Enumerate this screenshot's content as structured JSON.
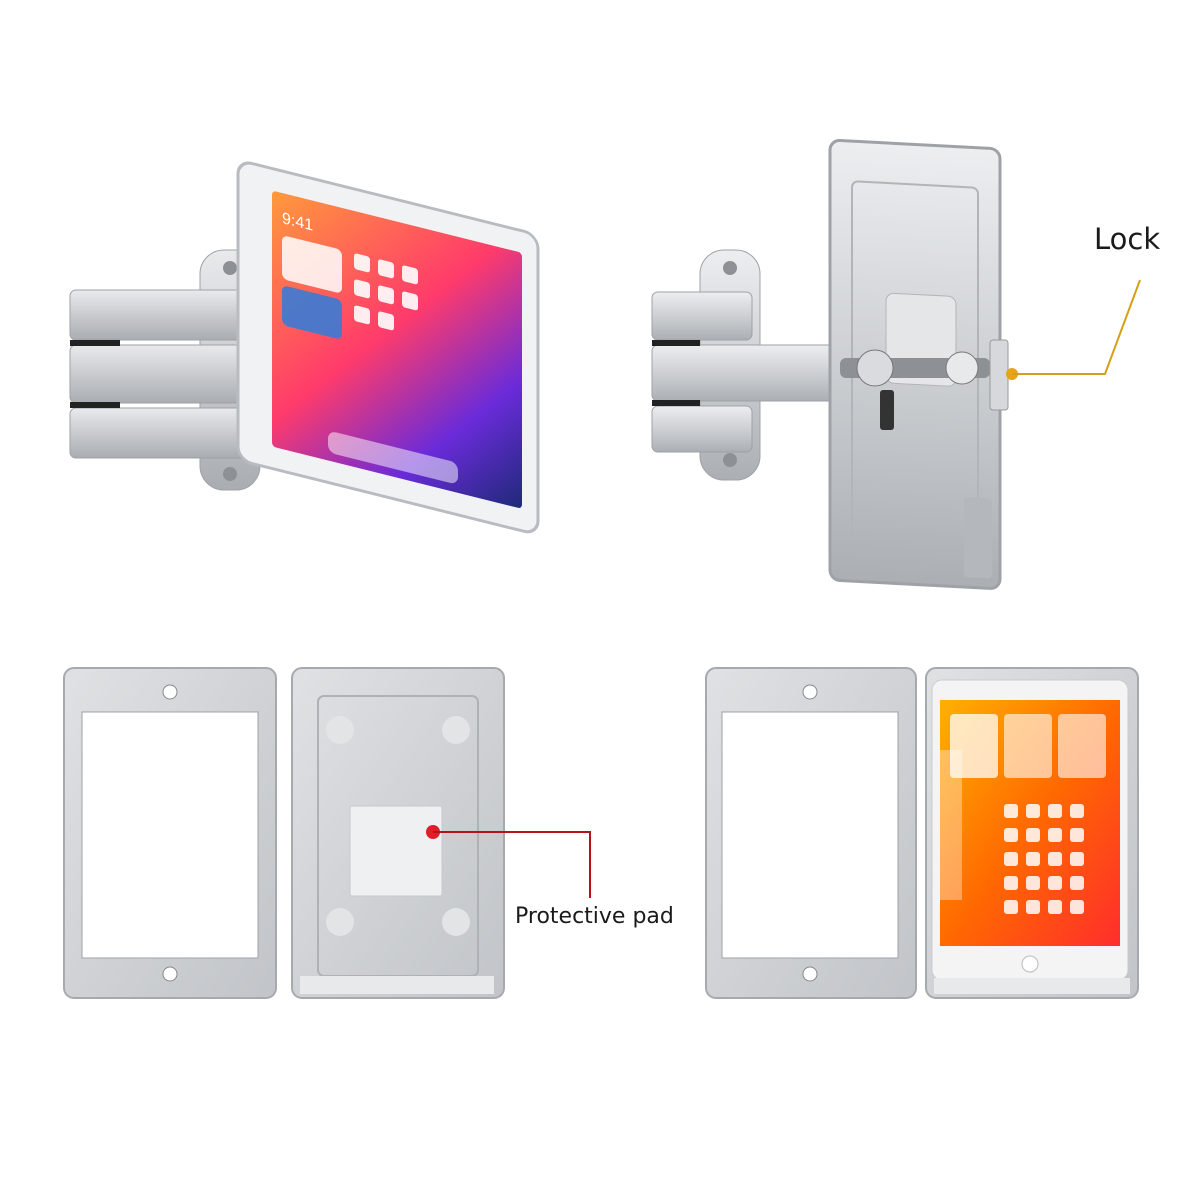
{
  "product_scene": {
    "photos": [
      {
        "id": "front-view"
      },
      {
        "id": "back-view"
      },
      {
        "id": "open-case-empty"
      },
      {
        "id": "open-case-with-tablet"
      }
    ]
  },
  "callouts": {
    "lock": {
      "label": "Lock",
      "color": "#d4a017"
    },
    "protective_pad": {
      "label": "Protective pad",
      "color": "#b5121b"
    }
  },
  "tablet_screen": {
    "time": "9:41"
  },
  "colors": {
    "aluminum": "#c9cbce",
    "aluminum_dark": "#9ea2a7",
    "background": "#ffffff"
  }
}
